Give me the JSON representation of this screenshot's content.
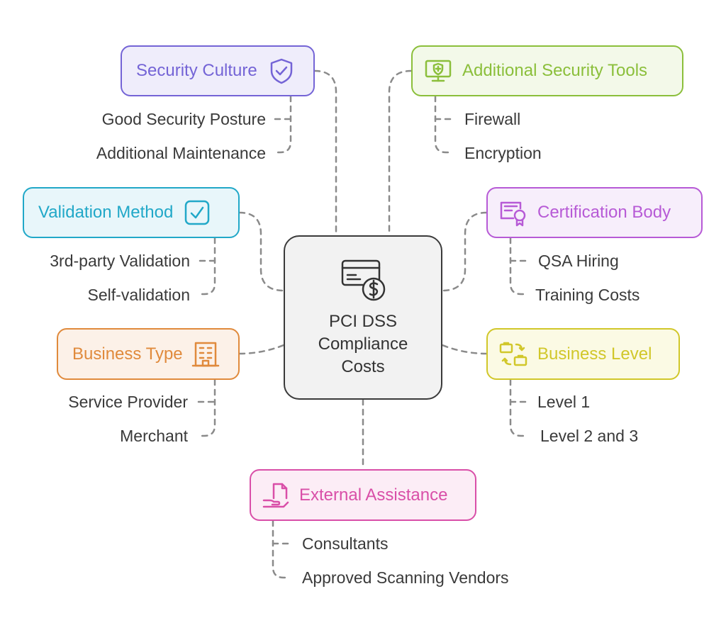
{
  "center": {
    "title": "PCI DSS\nCompliance\nCosts",
    "icon": "credit-card-dollar-icon",
    "border_color": "#3a3a3a",
    "fill_color": "#f2f2f2"
  },
  "categories": [
    {
      "id": "security-culture",
      "label": "Security Culture",
      "icon": "shield-check-icon",
      "color": "#7464d6",
      "fill": "#efedfb",
      "items": [
        "Good Security Posture",
        "Additional Maintenance"
      ]
    },
    {
      "id": "additional-security-tools",
      "label": "Additional Security Tools",
      "icon": "monitor-shield-icon",
      "color": "#8bbf3b",
      "fill": "#f3f9e9",
      "items": [
        "Firewall",
        "Encryption"
      ]
    },
    {
      "id": "validation-method",
      "label": "Validation Method",
      "icon": "checkbox-icon",
      "color": "#21a8c8",
      "fill": "#e8f6fa",
      "items": [
        "3rd-party Validation",
        "Self-validation"
      ]
    },
    {
      "id": "certification-body",
      "label": "Certification Body",
      "icon": "certificate-icon",
      "color": "#b75ad6",
      "fill": "#f7eefb",
      "items": [
        "QSA Hiring",
        "Training Costs"
      ]
    },
    {
      "id": "business-type",
      "label": "Business Type",
      "icon": "building-icon",
      "color": "#e08a3c",
      "fill": "#fcf1e8",
      "items": [
        "Service Provider",
        "Merchant"
      ]
    },
    {
      "id": "business-level",
      "label": "Business Level",
      "icon": "briefcase-exchange-icon",
      "color": "#d1c72a",
      "fill": "#fbfae4",
      "items": [
        "Level 1",
        "Level 2 and 3"
      ]
    },
    {
      "id": "external-assistance",
      "label": "External Assistance",
      "icon": "hand-document-icon",
      "color": "#d94fa8",
      "fill": "#fcedf6",
      "items": [
        "Consultants",
        "Approved Scanning Vendors"
      ]
    }
  ]
}
